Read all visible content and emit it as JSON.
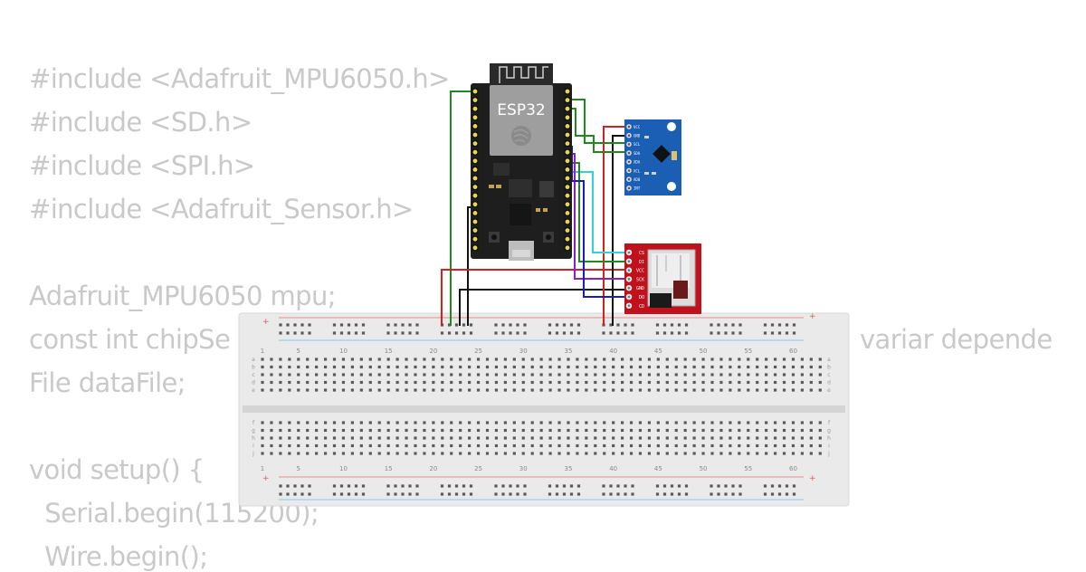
{
  "code_background": {
    "lines": [
      "#include <Adafruit_MPU6050.h>",
      "#include <SD.h>",
      "#include <SPI.h>",
      "#include <Adafruit_Sensor.h>",
      "",
      "Adafruit_MPU6050 mpu;",
      "const int chipSe",
      "File dataFile;",
      "",
      "void setup() {",
      "  Serial.begin(115200);",
      "  Wire.begin();"
    ],
    "line_fragment_right": "variar depende"
  },
  "esp32": {
    "label": "ESP32"
  },
  "mpu6050": {
    "pin_labels": [
      "VCC",
      "GND",
      "SCL",
      "SDA",
      "XDA",
      "XCL",
      "AD0",
      "INT"
    ]
  },
  "sd_module": {
    "pin_labels": [
      "CS",
      "DI",
      "VCC",
      "SCK",
      "GND",
      "DO",
      "CD"
    ]
  },
  "breadboard": {
    "column_numbers": [
      "1",
      "5",
      "10",
      "15",
      "20",
      "25",
      "30",
      "35",
      "40",
      "45",
      "50",
      "55",
      "60"
    ],
    "row_letters_top": [
      "a",
      "b",
      "c",
      "d",
      "e"
    ],
    "row_letters_bottom": [
      "f",
      "g",
      "h",
      "i",
      "j"
    ],
    "rail_plus": "+",
    "rail_minus": "-"
  },
  "colors": {
    "wire_red": "#d42020",
    "wire_black": "#111111",
    "wire_green": "#1e8a1e",
    "wire_cyan": "#2fd0e0",
    "wire_blue": "#1a1acc",
    "wire_purple": "#8a20c0",
    "esp_board": "#1e1e1e",
    "mpu_board": "#1a5fb4",
    "sd_board": "#c0121d"
  }
}
